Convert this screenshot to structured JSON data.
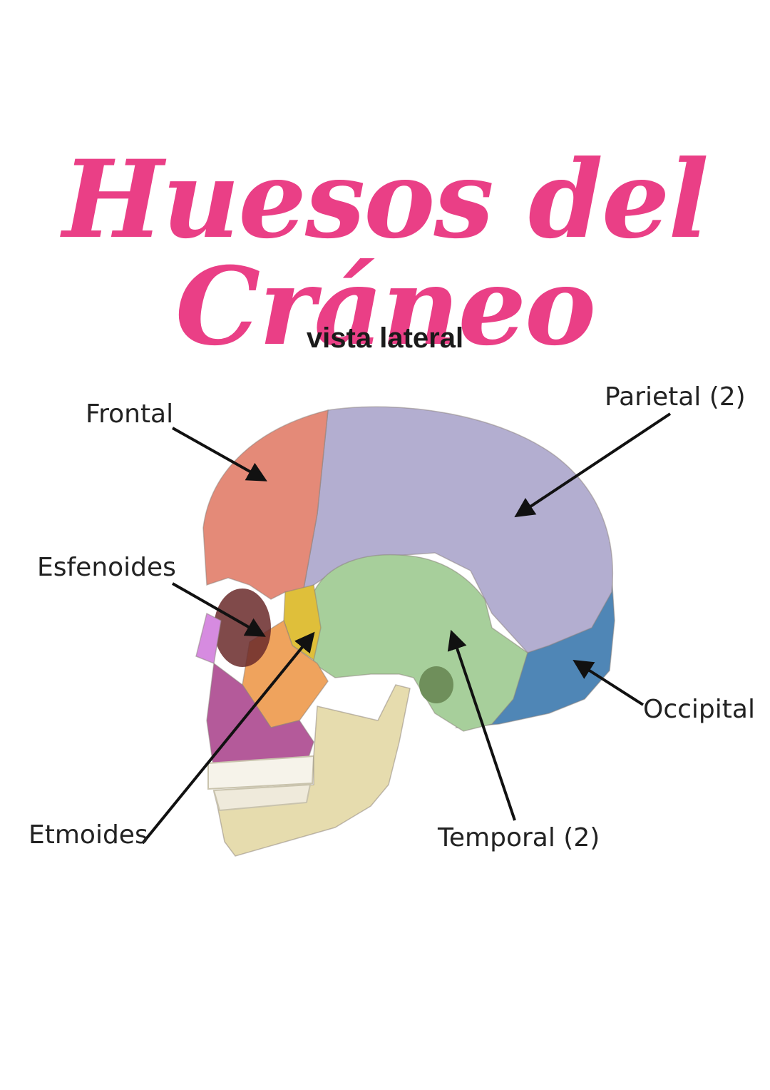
{
  "title": "Huesos del Cráneo",
  "subtitle": "vista lateral",
  "colors": {
    "title": "#ea3f86",
    "frontal": "#e48a78",
    "parietal": "#b3aed0",
    "temporal": "#a7cf9b",
    "occipital": "#4f86b6",
    "sphenoid": "#dfbf3a",
    "zygomatic": "#efa35d",
    "maxilla": "#b45a9a",
    "mandible": "#e6dcae",
    "nasal": "#d68be0",
    "arrow": "#111111"
  },
  "labels": {
    "frontal": "Frontal",
    "parietal": "Parietal (2)",
    "esfenoides": "Esfenoides",
    "occipital": "Occipital",
    "etmoides": "Etmoides",
    "temporal": "Temporal (2)"
  }
}
